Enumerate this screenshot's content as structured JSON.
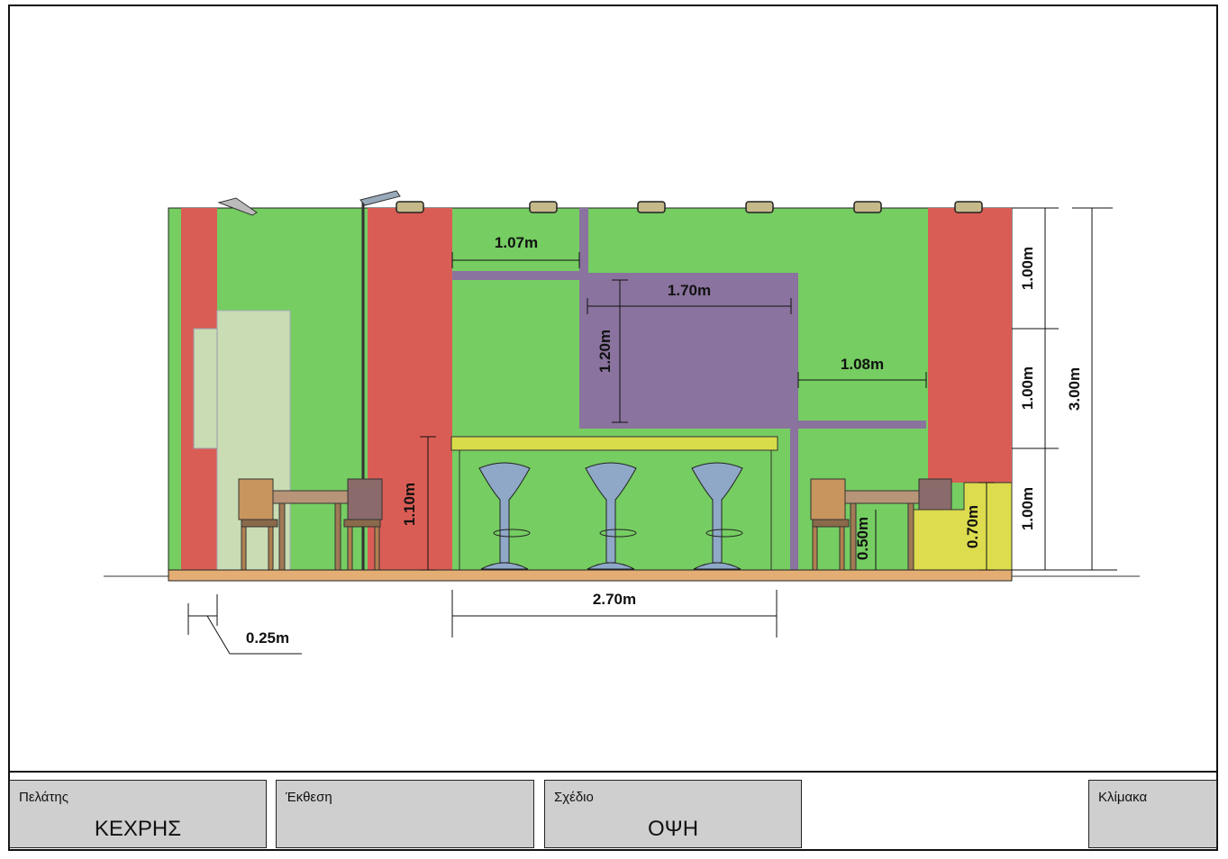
{
  "drawing": {
    "dimensions": {
      "d_107": "1.07m",
      "d_170": "1.70m",
      "d_120": "1.20m",
      "d_108": "1.08m",
      "d_110": "1.10m",
      "d_270": "2.70m",
      "d_025": "0.25m",
      "d_050": "0.50m",
      "d_070": "0.70m",
      "d_100_top": "1.00m",
      "d_100_mid": "1.00m",
      "d_100_bot": "1.00m",
      "d_300": "3.00m"
    },
    "colors": {
      "wall": "#76cd62",
      "red_panel": "#da5d55",
      "purple_panel": "#8a739e",
      "door": "#c9dcb3",
      "counter_top": "#d9dc4a",
      "bench": "#dcdc4e",
      "floor": "#e3ad74"
    }
  },
  "title_block": {
    "client_label": "Πελάτης",
    "client_value": "ΚΕΧΡΗΣ",
    "exhibition_label": "Έκθεση",
    "exhibition_value": "",
    "plan_label": "Σχέδιο",
    "plan_value": "ΟΨΗ",
    "scale_label": "Κλίμακα",
    "scale_value": ""
  }
}
